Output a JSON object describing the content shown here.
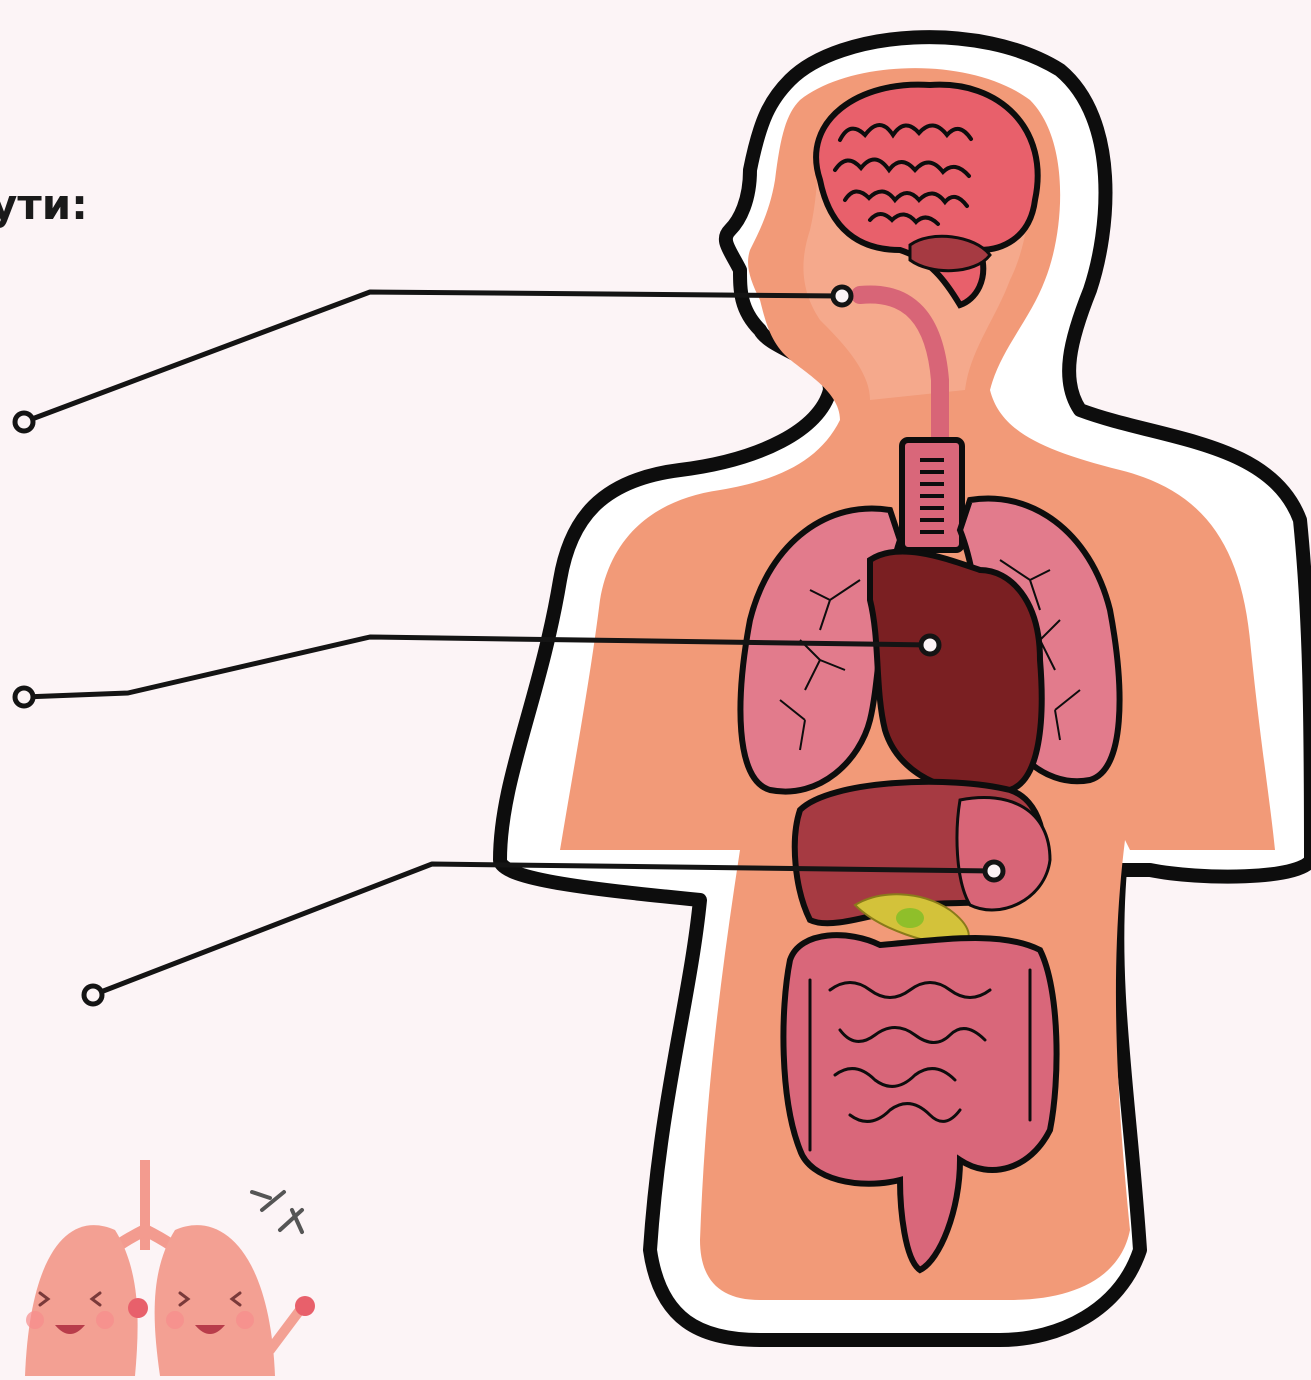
{
  "heading": "ути:",
  "colors": {
    "background": "#fcf4f6",
    "outline": "#0d0d0d",
    "skin": "#f29a78",
    "skin_light": "#f7b49a",
    "brain": "#e8606b",
    "lungs": "#e27b8c",
    "heart": "#7a1f22",
    "liver": "#a63a42",
    "stomach": "#d86577",
    "intestines": "#d9677a",
    "gallbladder": "#b6c92e",
    "leader_line": "#141414"
  },
  "labels": [
    {
      "id": "mouth",
      "text": ""
    },
    {
      "id": "heart",
      "text": ""
    },
    {
      "id": "stomach",
      "text": ""
    }
  ]
}
